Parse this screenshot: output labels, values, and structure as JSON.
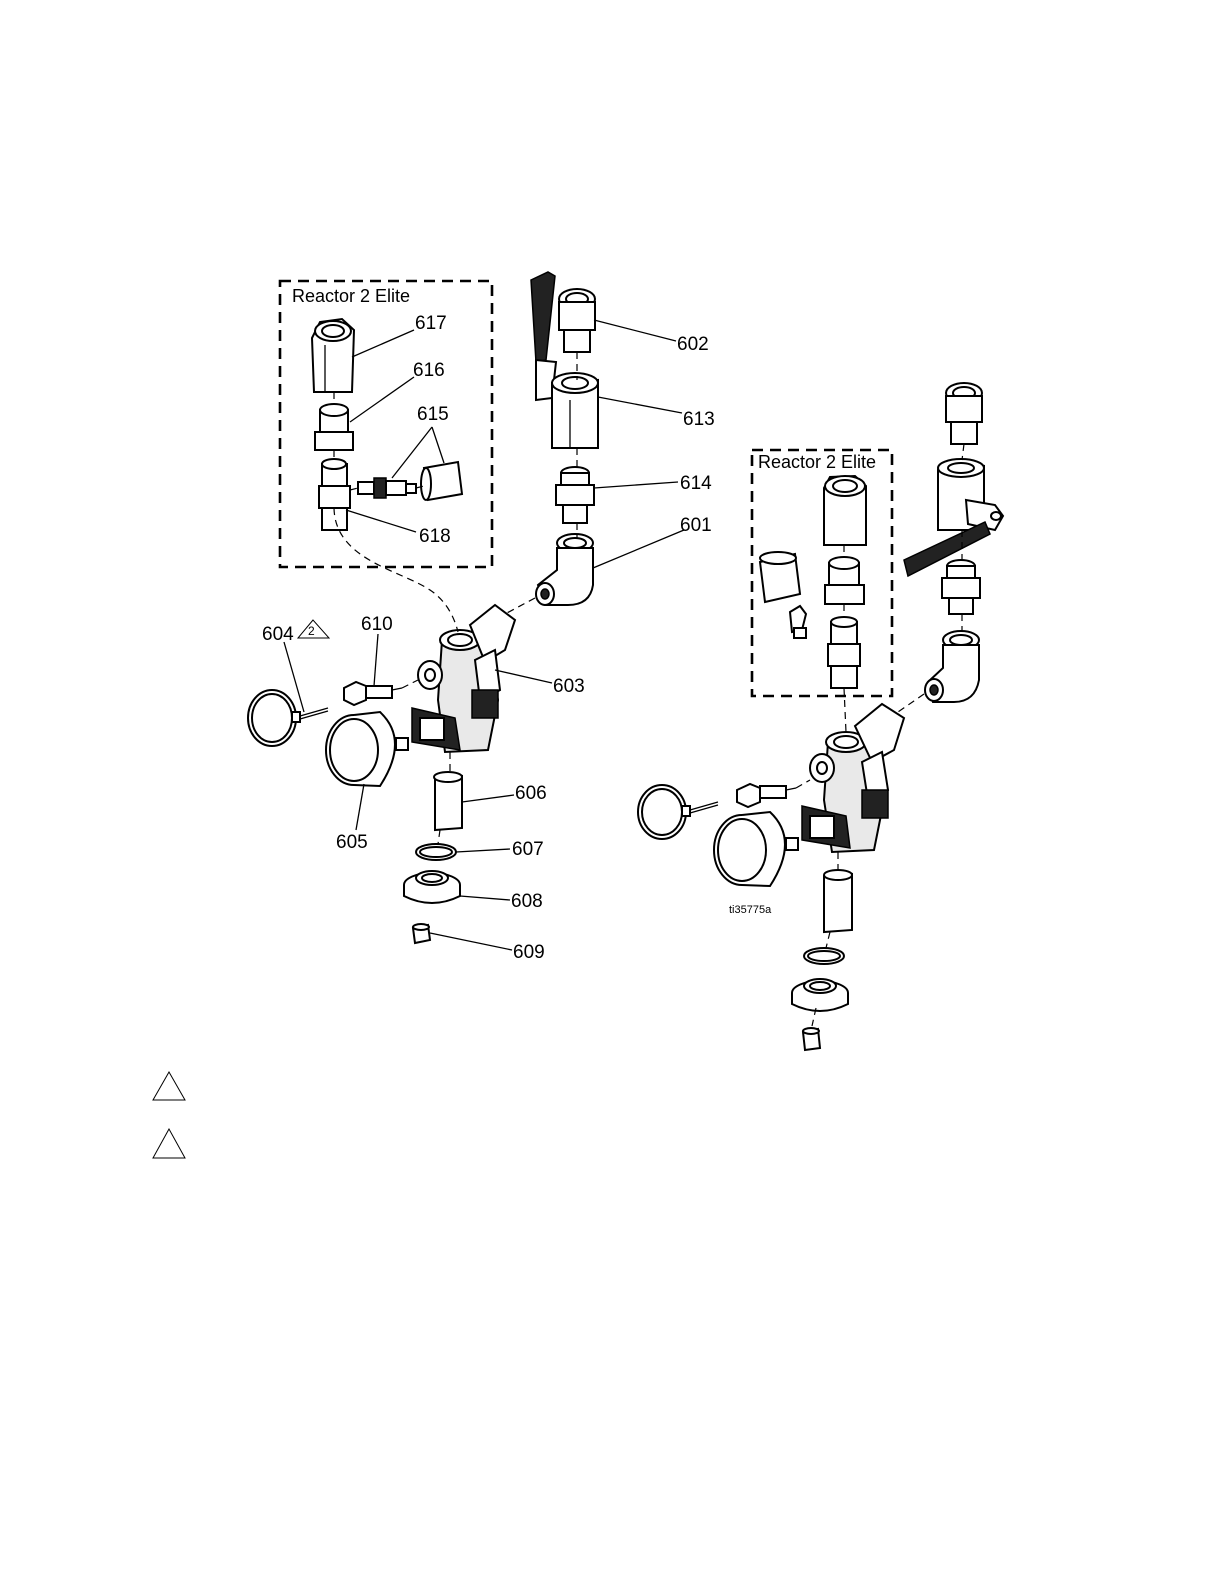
{
  "diagram": {
    "group_box_title": "Reactor 2 Elite",
    "figure_id": "ti35775a",
    "warning_marker_number": "2",
    "callouts": {
      "c601": "601",
      "c602": "602",
      "c603": "603",
      "c604": "604",
      "c605": "605",
      "c606": "606",
      "c607": "607",
      "c608": "608",
      "c609": "609",
      "c610": "610",
      "c613": "613",
      "c614": "614",
      "c615": "615",
      "c616": "616",
      "c617": "617",
      "c618": "618"
    }
  }
}
